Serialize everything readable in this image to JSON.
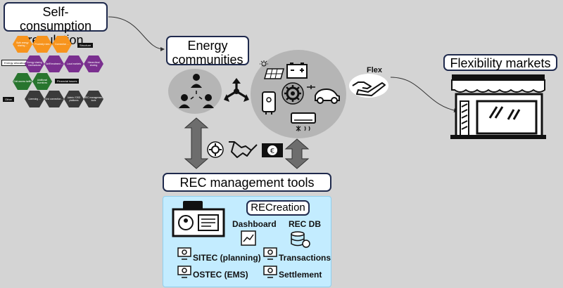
{
  "boxes": {
    "self_consumption": [
      "Self-consumption",
      "regulation"
    ],
    "energy_communities": [
      "Energy",
      "communities"
    ],
    "flexibility_markets": "Flexibility markets",
    "rec_tools": "REC management tools",
    "recreation": "REC​reation"
  },
  "regulation_map": {
    "tags": {
      "structure": "Structure",
      "energy_allocation": "Energy allocation",
      "financial": "Financial issues",
      "other": "Other"
    },
    "hexes": [
      "Both energy sharing ...",
      "Proximity rules",
      "Connection ...",
      "Energy sharing mechanisms",
      "Tariff treatment ...",
      "Local markets",
      "Hierarchical sharing",
      "Grid access tariffs",
      "Additional incentives",
      "Licensing ...",
      "Grid connection ...",
      "Admin / DSO platforms",
      "REC management tools"
    ]
  },
  "flex_label": "Flex",
  "tools": {
    "dashboard": "Dashboard",
    "rec_db": "REC DB",
    "sitec": "SITEC (planning)",
    "ostec": "OSTEC (EMS)",
    "transactions": "Transactions",
    "settlement": "Settlement"
  },
  "colors": {
    "background": "#d4d4d4",
    "box_border": "#1f2a4d",
    "tools_panel": "#c3ecff",
    "orange": "#f7941d",
    "purple": "#7a2f8f",
    "green": "#28752e"
  },
  "icons": [
    "community-people-icon",
    "solar-panel-icon",
    "battery-icon",
    "water-heater-icon",
    "ev-car-icon",
    "air-conditioner-icon",
    "gear-icon",
    "hand-flex-icon",
    "market-store-icon",
    "handshake-icon",
    "euro-wallet-icon",
    "monitor-user-icon",
    "dashboard-chart-icon",
    "database-icon",
    "settings-computer-icon"
  ]
}
